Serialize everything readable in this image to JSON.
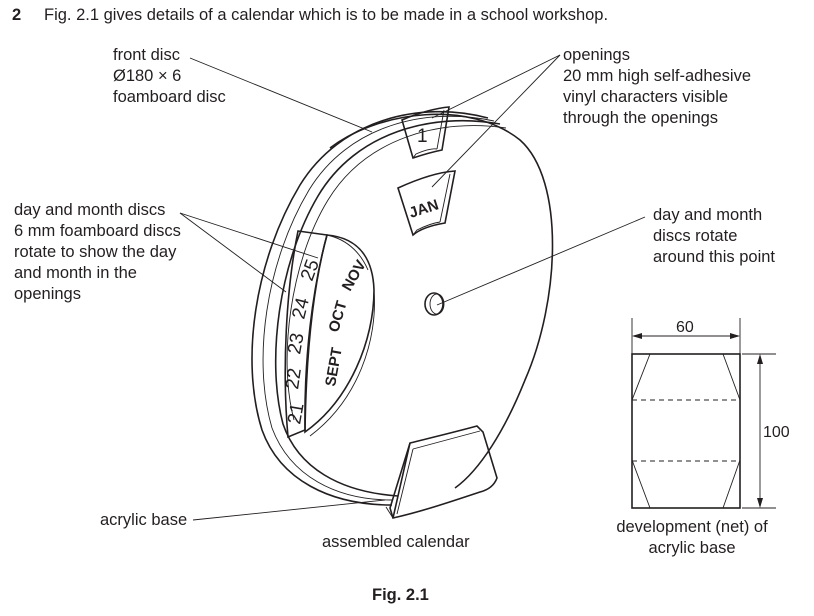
{
  "question": {
    "number": "2",
    "text": "Fig. 2.1 gives details of a calendar which is to be made in a school workshop."
  },
  "labels": {
    "front_disc": [
      "front disc",
      "Ø180 × 6",
      "foamboard disc"
    ],
    "openings": [
      "openings",
      "20 mm high self-adhesive",
      "vinyl characters visible",
      "through the openings"
    ],
    "day_month_discs": [
      "day and month discs",
      "6 mm foamboard discs",
      "rotate to show the day",
      "and month in the",
      "openings"
    ],
    "rotate_point": [
      "day and month",
      "discs rotate",
      "around this point"
    ],
    "acrylic_base": "acrylic base",
    "assembled": "assembled calendar",
    "net_caption": [
      "development (net) of",
      "acrylic base"
    ]
  },
  "calendar": {
    "day_window": "1",
    "month_window": "JAN",
    "visible_days": [
      "21",
      "22",
      "23",
      "24",
      "25"
    ],
    "visible_months": [
      "SEPT",
      "OCT",
      "NOV"
    ]
  },
  "net": {
    "width_dim": "60",
    "height_dim": "100"
  },
  "figure_caption": "Fig. 2.1"
}
